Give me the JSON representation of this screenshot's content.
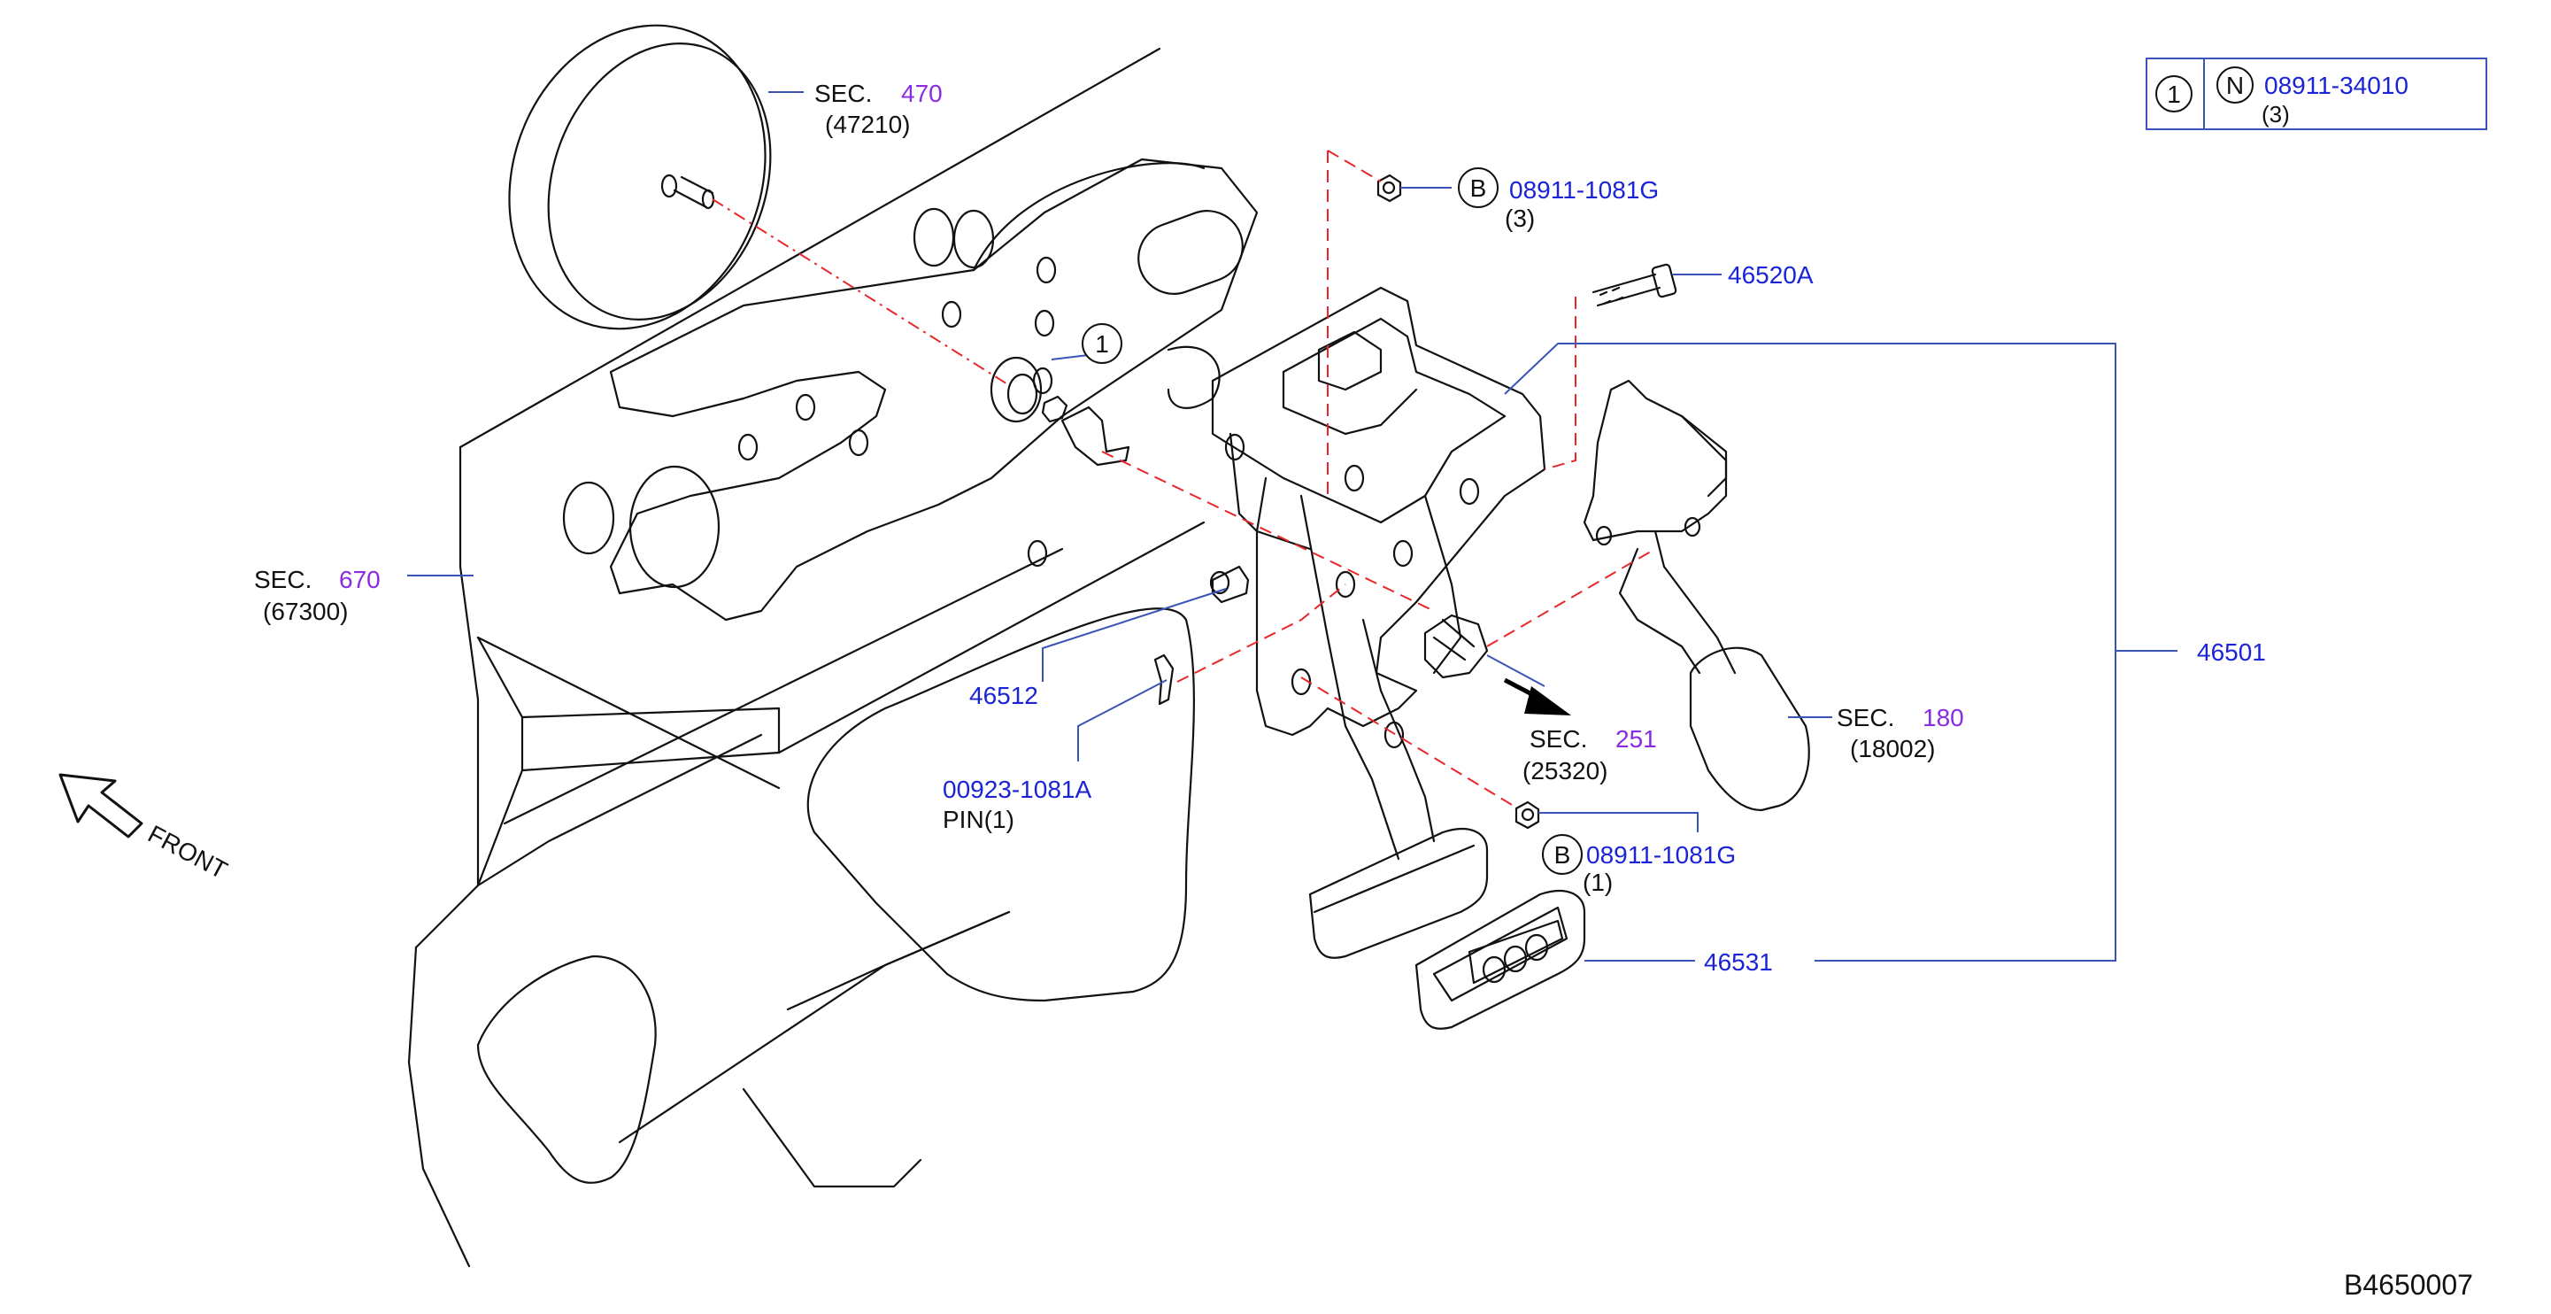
{
  "colors": {
    "part_number": "#1a24d6",
    "section_number": "#8a2be2",
    "text": "#111111",
    "leader": "#3a55b8",
    "dashed_line": "#e8272a"
  },
  "legend_box": {
    "ref_number": "1",
    "marker": "N",
    "part_number": "08911-34010",
    "quantity": "(3)"
  },
  "labels": {
    "sec470": {
      "prefix": "SEC.",
      "section": "470",
      "part": "(47210)"
    },
    "sec670": {
      "prefix": "SEC.",
      "section": "670",
      "part": "(67300)"
    },
    "sec251": {
      "prefix": "SEC.",
      "section": "251",
      "part": "(25320)"
    },
    "sec180": {
      "prefix": "SEC.",
      "section": "180",
      "part": "(18002)"
    },
    "bolt_top": {
      "marker": "B",
      "part_number": "08911-1081G",
      "quantity": "(3)"
    },
    "bolt_bottom": {
      "marker": "B",
      "part_number": "08911-1081G",
      "quantity": "(1)"
    },
    "callout_1": "1",
    "p46520A": "46520A",
    "p46501": "46501",
    "p46512": "46512",
    "pin": {
      "part_number": "00923-1081A",
      "caption": "PIN(1)"
    },
    "p46531": "46531",
    "front": "FRONT",
    "diagram_code": "B4650007"
  },
  "icons": [
    "front-arrow-icon",
    "connector-direction-arrow-icon"
  ]
}
